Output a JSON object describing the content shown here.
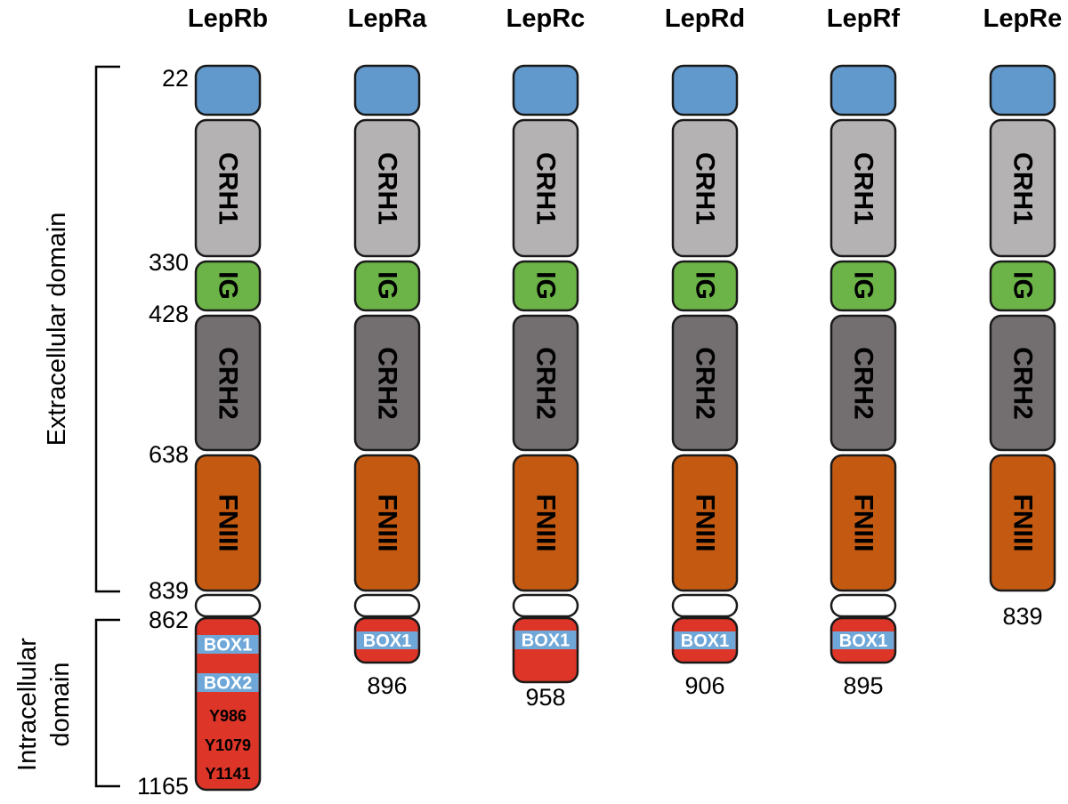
{
  "colors": {
    "signal": "#6199cc",
    "crh1": "#b4b2b3",
    "ig": "#6cb447",
    "crh2": "#736e6f",
    "fniii": "#c45a12",
    "transmembrane": "#ffffff",
    "intracellular": "#dd3528",
    "box": "#6fa8d8",
    "outline": "#1a1a1a"
  },
  "regions": {
    "extracellular": "Extracellular domain",
    "intracellular_line1": "Intracellular",
    "intracellular_line2": "domain"
  },
  "boundaries": {
    "signal_start": "22",
    "ig_start": "330",
    "crh2_start": "428",
    "fniii_start": "638",
    "tm_start": "839",
    "tm_end": "862",
    "lepRb_end": "1165"
  },
  "domain_labels": {
    "crh1": "CRH1",
    "ig": "IG",
    "crh2": "CRH2",
    "fniii": "FNIII",
    "box1": "BOX1",
    "box2": "BOX2"
  },
  "tyrosines": [
    "Y986",
    "Y1079",
    "Y1141"
  ],
  "isoforms": [
    {
      "id": "LepRb",
      "name": "LepRb",
      "end": "1165"
    },
    {
      "id": "LepRa",
      "name": "LepRa",
      "end": "896"
    },
    {
      "id": "LepRc",
      "name": "LepRc",
      "end": "958"
    },
    {
      "id": "LepRd",
      "name": "LepRd",
      "end": "906"
    },
    {
      "id": "LepRf",
      "name": "LepRf",
      "end": "895"
    },
    {
      "id": "LepRe",
      "name": "LepRe",
      "end": "839"
    }
  ]
}
